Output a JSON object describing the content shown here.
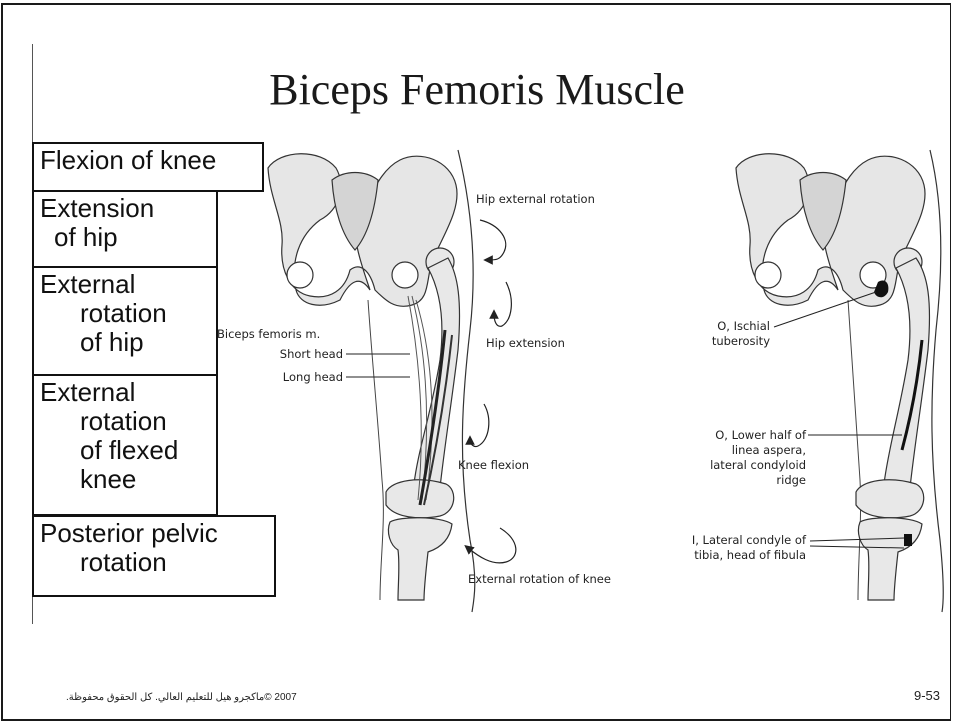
{
  "slide": {
    "title": "Biceps Femoris Muscle",
    "actions": [
      {
        "lines": [
          "Flexion of knee"
        ]
      },
      {
        "lines": [
          "Extension",
          "of hip"
        ]
      },
      {
        "lines": [
          "External",
          "rotation",
          "of hip"
        ]
      },
      {
        "lines": [
          "External",
          "rotation",
          "of flexed",
          "knee"
        ]
      },
      {
        "lines": [
          "Posterior pelvic",
          "rotation"
        ]
      }
    ],
    "left_figure": {
      "muscle_label": "Biceps femoris m.",
      "short_head": "Short head",
      "long_head": "Long head",
      "hip_external_rotation": "Hip external rotation",
      "hip_extension": "Hip extension",
      "knee_flexion": "Knee flexion",
      "external_rotation_knee": "External rotation of knee"
    },
    "right_figure": {
      "origin_ischial": [
        "O, Ischial",
        "tuberosity"
      ],
      "origin_linea": [
        "O, Lower half of",
        "linea aspera,",
        "lateral condyloid",
        "ridge"
      ],
      "insertion": [
        "I, Lateral condyle of",
        "tibia, head of fibula"
      ]
    },
    "footer": {
      "copyright": "2007 ©ماكجرو هيل للتعليم العالي. كل الحقوق محفوظة.",
      "slide_number": "9-53"
    }
  }
}
